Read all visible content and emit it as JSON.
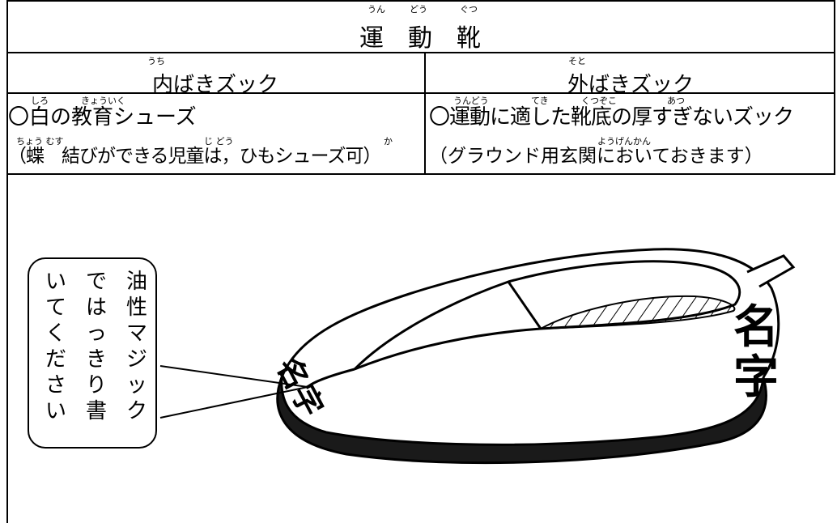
{
  "title": {
    "chars": [
      "運",
      "動",
      "靴"
    ],
    "ruby": [
      "うん",
      "どう",
      "ぐつ"
    ]
  },
  "inner": {
    "heading": "内ばきズック",
    "heading_ruby": "うち",
    "line1": "〇白の教育シューズ",
    "line1_ruby": [
      "しろ",
      "きょういく"
    ],
    "line2": "（蝶　結びができる児童は，ひもシューズ可）",
    "line2_ruby": [
      "ちょう むす",
      "じ どう",
      "か"
    ]
  },
  "outer": {
    "heading": "外ばきズック",
    "heading_ruby": "そと",
    "line1": "〇運動に適した靴底の厚すぎないズック",
    "line1_ruby": [
      "うんどう",
      "てき",
      "くつぞこ",
      "あつ"
    ],
    "line2": "（グラウンド用玄関においておきます）",
    "line2_ruby": [
      "ようげんかん"
    ]
  },
  "bubble": {
    "columns": [
      [
        "油",
        "性",
        "マ",
        "ジ",
        "ッ",
        "ク"
      ],
      [
        "で",
        "は",
        "っ",
        "き",
        "り",
        "書"
      ],
      [
        "い",
        "て",
        "く",
        "だ",
        "さ",
        "い"
      ]
    ]
  },
  "shoe_labels": {
    "heel": [
      "名",
      "字"
    ],
    "side": "名字"
  }
}
